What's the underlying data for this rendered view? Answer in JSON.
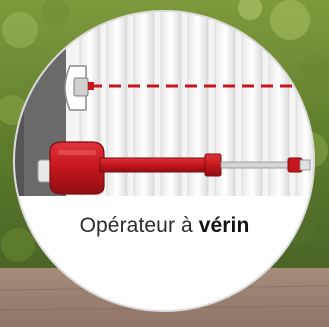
{
  "caption": {
    "prefix": "Opérateur à",
    "emphasis": "vérin"
  },
  "colors": {
    "accent": "#c4161c",
    "caption_text": "#2b2b2b",
    "lens_fill": "#ffffff"
  },
  "illustration": {
    "subject": "red linear ram gate operator mounted on a white slatted gate",
    "background": "green hedge and paved ground"
  }
}
